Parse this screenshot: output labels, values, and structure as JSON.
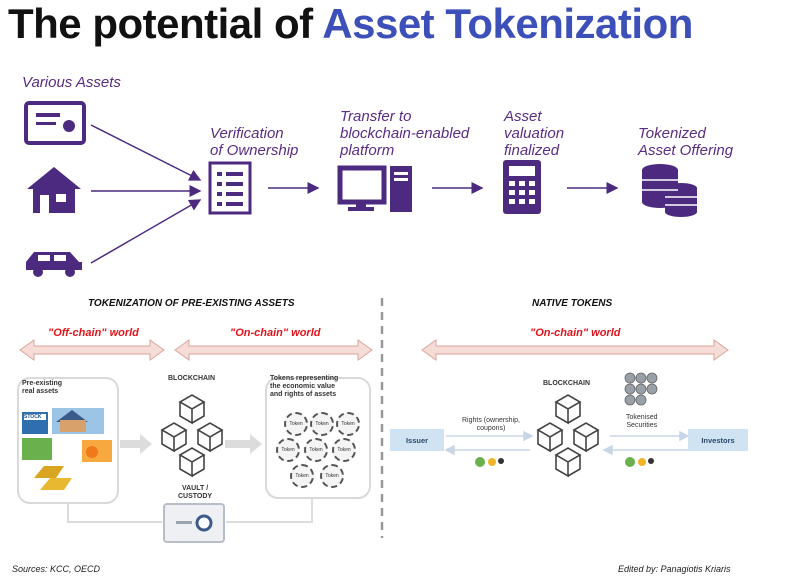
{
  "title": {
    "prefix": "The potential of ",
    "accent": "Asset Tokenization"
  },
  "top_flow": {
    "various_assets": "Various Assets",
    "step1": [
      "Verification",
      "of Ownership"
    ],
    "step2": [
      "Transfer to",
      "blockchain-enabled",
      "platform"
    ],
    "step3": [
      "Asset",
      "valuation",
      "finalized"
    ],
    "step4": [
      "Tokenized",
      "Asset Offering"
    ]
  },
  "left_panel": {
    "heading": "TOKENIZATION OF PRE-EXISTING ASSETS",
    "offchain": "\"Off-chain\" world",
    "onchain": "\"On-chain\" world",
    "preexisting": [
      "Pre-existing",
      "real assets"
    ],
    "stock": "STOCK",
    "blockchain": "BLOCKCHAIN",
    "tokens_text": [
      "Tokens representing",
      "the economic value",
      "and rights of assets"
    ],
    "token_label": "Token",
    "vault": [
      "VAULT /",
      "CUSTODY"
    ]
  },
  "right_panel": {
    "heading": "NATIVE TOKENS",
    "onchain": "\"On-chain\" world",
    "issuer": "Issuer",
    "rights": [
      "Rights (ownership,",
      "coupons)"
    ],
    "blockchain": "BLOCKCHAIN",
    "tokenised": [
      "Tokenised",
      "Securities"
    ],
    "investors": "Investors"
  },
  "footer": {
    "sources": "Sources: KCC, OECD",
    "edited": "Edited by: Panagiotis Kriaris"
  },
  "colors": {
    "purple": "#4b2a7f",
    "accent_blue": "#3d4fb8",
    "red_label": "#e0141b",
    "arrow_pink": "#e8b4ac"
  },
  "icons": [
    "certificate-icon",
    "house-icon",
    "car-icon",
    "checklist-icon",
    "computer-icon",
    "calculator-icon",
    "coins-icon",
    "blockchain-cubes-icon",
    "vault-icon"
  ]
}
